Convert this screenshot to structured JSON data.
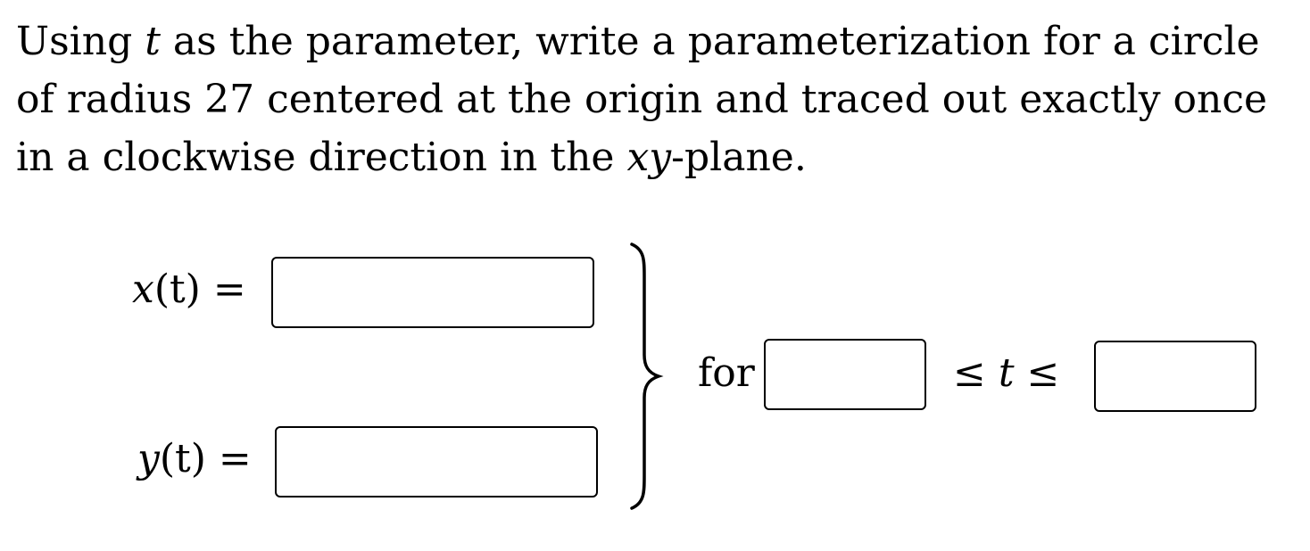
{
  "problem": {
    "line1_before": "Using ",
    "line1_var": "t",
    "line1_after": " as the parameter, write a parameterization for a circle",
    "line2": "of radius 27 centered at the origin and traced out exactly once",
    "line3_before": "in a clockwise direction in the ",
    "line3_var": "xy",
    "line3_after": "-plane."
  },
  "equations": {
    "x": {
      "fn": "x",
      "arg": "(t)",
      "eq": " ="
    },
    "y": {
      "fn": "y",
      "arg": "(t)",
      "eq": " ="
    }
  },
  "inputs": {
    "x_value": "",
    "y_value": "",
    "t_min_value": "",
    "t_max_value": ""
  },
  "range": {
    "for_label": "for",
    "le1": "≤ ",
    "var": "t",
    "le2": " ≤"
  }
}
